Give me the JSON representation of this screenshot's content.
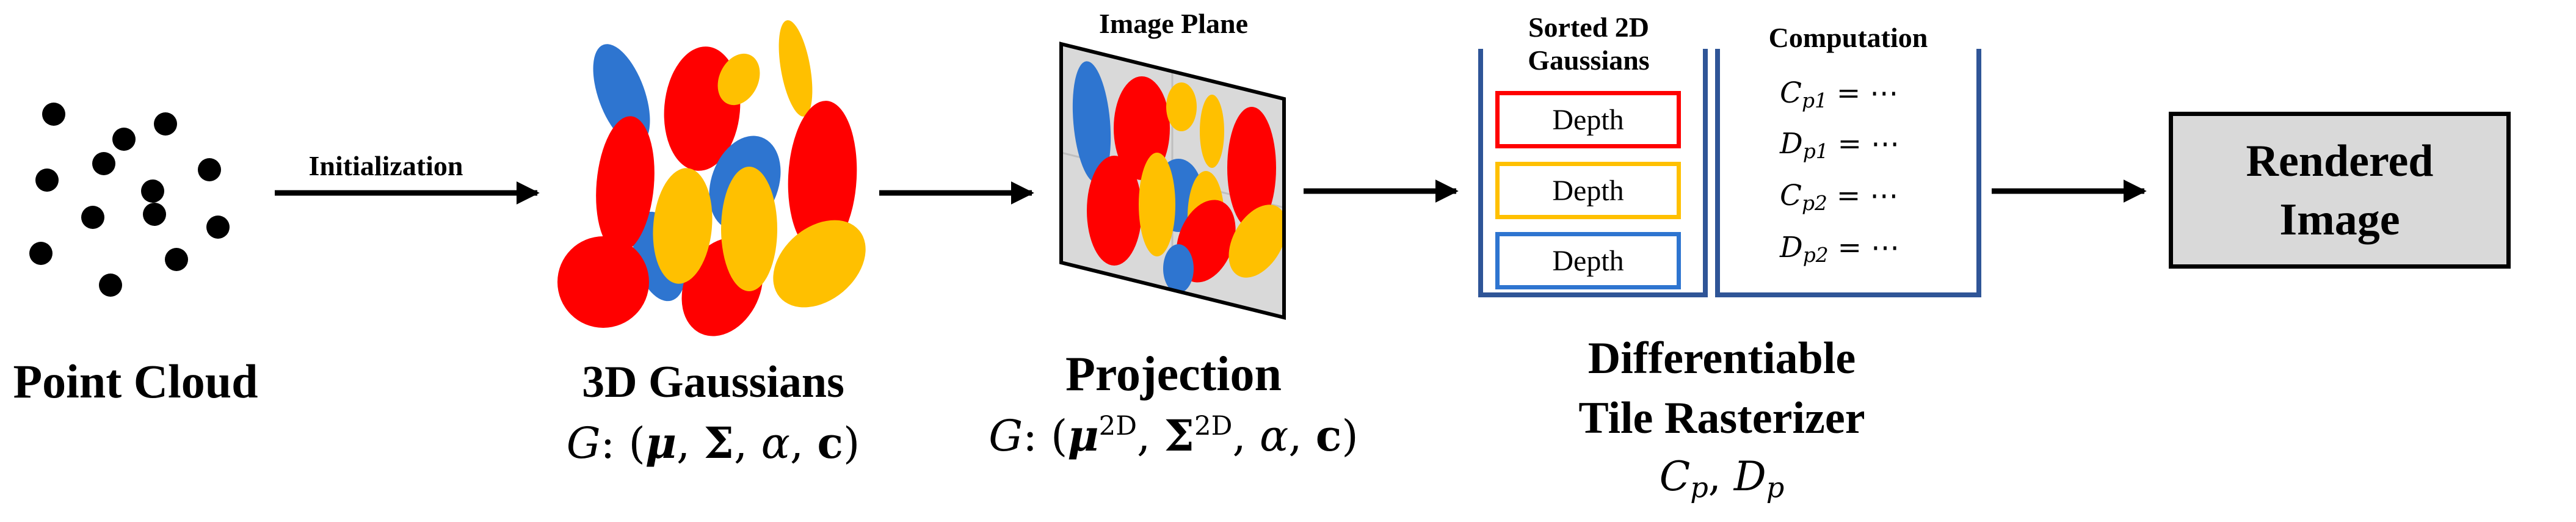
{
  "colors": {
    "red": "#ff0000",
    "yellow": "#ffc000",
    "blue": "#2e75d0",
    "dot": "#000000",
    "plane_fill": "#d9d9d9",
    "rendered_fill": "#d9d9d9",
    "box_frame": "#2f5597",
    "depth_red": "#ff0000",
    "depth_yellow": "#ffc000",
    "depth_blue": "#2e75d0"
  },
  "point_cloud": {
    "label": "Point Cloud"
  },
  "initialization": {
    "label": "Initialization"
  },
  "gaussians3d": {
    "title": "3D Gaussians",
    "formula": {
      "func": "G",
      "mu": "μ",
      "sigma": "Σ",
      "alpha": "α",
      "c": "c"
    }
  },
  "projection": {
    "plane_label": "Image Plane",
    "title": "Projection",
    "formula": {
      "func": "G",
      "mu": "μ",
      "mu_sup": "2D",
      "sigma": "Σ",
      "sigma_sup": "2D",
      "alpha": "α",
      "c": "c"
    }
  },
  "rasterizer": {
    "sorted_title_line1": "Sorted 2D",
    "sorted_title_line2": "Gaussians",
    "depth_labels": [
      "Depth",
      "Depth",
      "Depth"
    ],
    "computation_title": "Computation",
    "computations": [
      {
        "var": "C",
        "sub": "p1",
        "rhs": "= ⋯"
      },
      {
        "var": "D",
        "sub": "p1",
        "rhs": "= ⋯"
      },
      {
        "var": "C",
        "sub": "p2",
        "rhs": "= ⋯"
      },
      {
        "var": "D",
        "sub": "p2",
        "rhs": "= ⋯"
      }
    ],
    "title_line1": "Differentiable",
    "title_line2": "Tile Rasterizer",
    "outputs": {
      "c": "C",
      "c_sub": "p",
      "d": "D",
      "d_sub": "p"
    }
  },
  "rendered": {
    "line1": "Rendered",
    "line2": "Image"
  }
}
